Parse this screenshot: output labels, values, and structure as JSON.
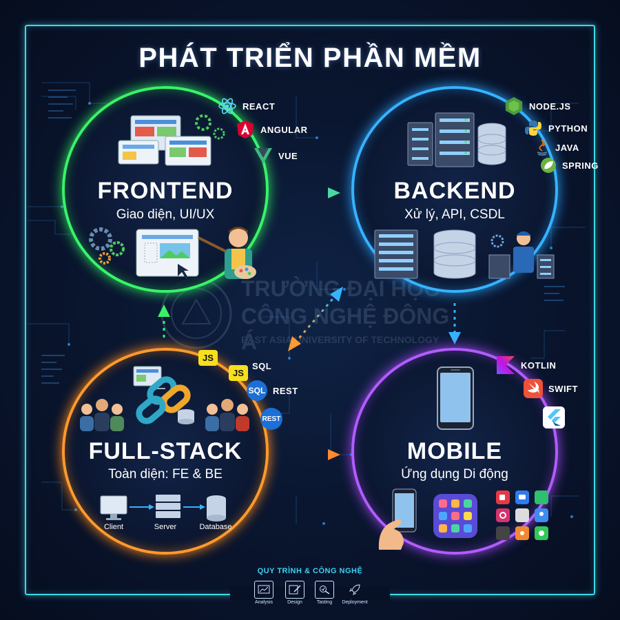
{
  "title": "PHÁT TRIỂN PHẦN MỀM",
  "frontend": {
    "title": "FRONTEND",
    "subtitle": "Giao diện, UI/UX",
    "technologies": [
      "REACT",
      "ANGULAR",
      "VUE"
    ]
  },
  "backend": {
    "title": "BACKEND",
    "subtitle": "Xử lý, API, CSDL",
    "technologies": [
      "NODE.JS",
      "PYTHON",
      "JAVA",
      "SPRING"
    ]
  },
  "fullstack": {
    "title": "FULL-STACK",
    "subtitle": "Toàn diện: FE & BE",
    "badges": [
      "JS",
      "JS",
      "SQL",
      "REST"
    ],
    "technologies": [
      "SQL",
      "REST"
    ],
    "flow": [
      "Client",
      "Server",
      "Database"
    ]
  },
  "mobile": {
    "title": "MOBILE",
    "subtitle": "Ứng dụng Di động",
    "technologies": [
      "KOTLIN",
      "SWIFT"
    ]
  },
  "watermark": {
    "line1": "TRƯỜNG ĐẠI HỌC",
    "line2": "CÔNG NGHỆ ĐÔNG Á",
    "line3": "EAST ASIA UNIVERSITY OF TECHNOLOGY"
  },
  "process": {
    "title": "QUY TRÌNH & CÔNG NGHỆ",
    "steps": [
      "Analysis",
      "Design",
      "Tasting",
      "Deployment"
    ]
  },
  "colors": {
    "frontend": "#38f36a",
    "backend": "#36b3ff",
    "fullstack": "#ff9a2e",
    "mobile": "#b25cff",
    "frame": "#3fd9e6"
  },
  "icons": [
    "react-icon",
    "angular-icon",
    "vue-icon",
    "nodejs-icon",
    "python-icon",
    "java-icon",
    "spring-icon",
    "kotlin-icon",
    "swift-icon",
    "flutter-icon"
  ]
}
